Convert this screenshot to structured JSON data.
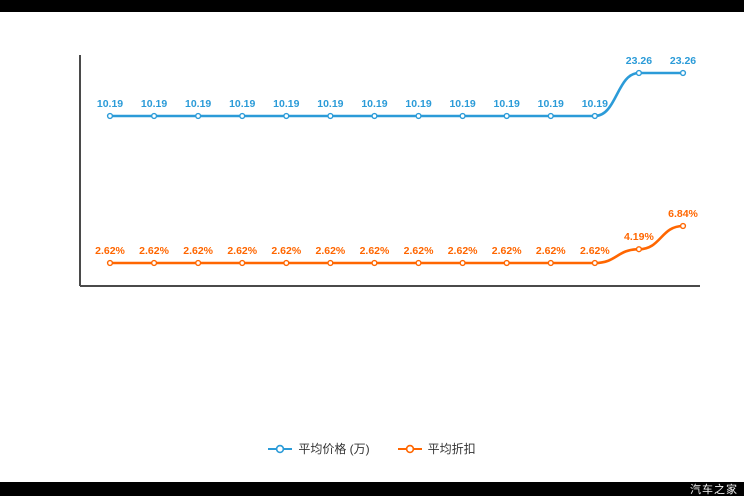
{
  "watermark": {
    "text": "汽车之家"
  },
  "legend": {
    "items": [
      {
        "label": "平均价格 (万)",
        "color": "#2b9bd8"
      },
      {
        "label": "平均折扣",
        "color": "#ff6600"
      }
    ]
  },
  "chart_data": {
    "type": "line",
    "title": "",
    "xlabel": "",
    "ylabel": "",
    "grid": false,
    "legend_position": "bottom",
    "x_tick_labels": [],
    "series": [
      {
        "name": "平均价格 (万)",
        "color": "#2b9bd8",
        "values": [
          10.19,
          10.19,
          10.19,
          10.19,
          10.19,
          10.19,
          10.19,
          10.19,
          10.19,
          10.19,
          10.19,
          10.19,
          23.26,
          23.26
        ],
        "labels": [
          "10.19",
          "10.19",
          "10.19",
          "10.19",
          "10.19",
          "10.19",
          "10.19",
          "10.19",
          "10.19",
          "10.19",
          "10.19",
          "10.19",
          "23.26",
          "23.26"
        ]
      },
      {
        "name": "平均折扣",
        "color": "#ff6600",
        "values": [
          2.62,
          2.62,
          2.62,
          2.62,
          2.62,
          2.62,
          2.62,
          2.62,
          2.62,
          2.62,
          2.62,
          2.62,
          4.19,
          6.84
        ],
        "labels": [
          "2.62%",
          "2.62%",
          "2.62%",
          "2.62%",
          "2.62%",
          "2.62%",
          "2.62%",
          "2.62%",
          "2.62%",
          "2.62%",
          "2.62%",
          "2.62%",
          "4.19%",
          "6.84%"
        ]
      }
    ]
  }
}
